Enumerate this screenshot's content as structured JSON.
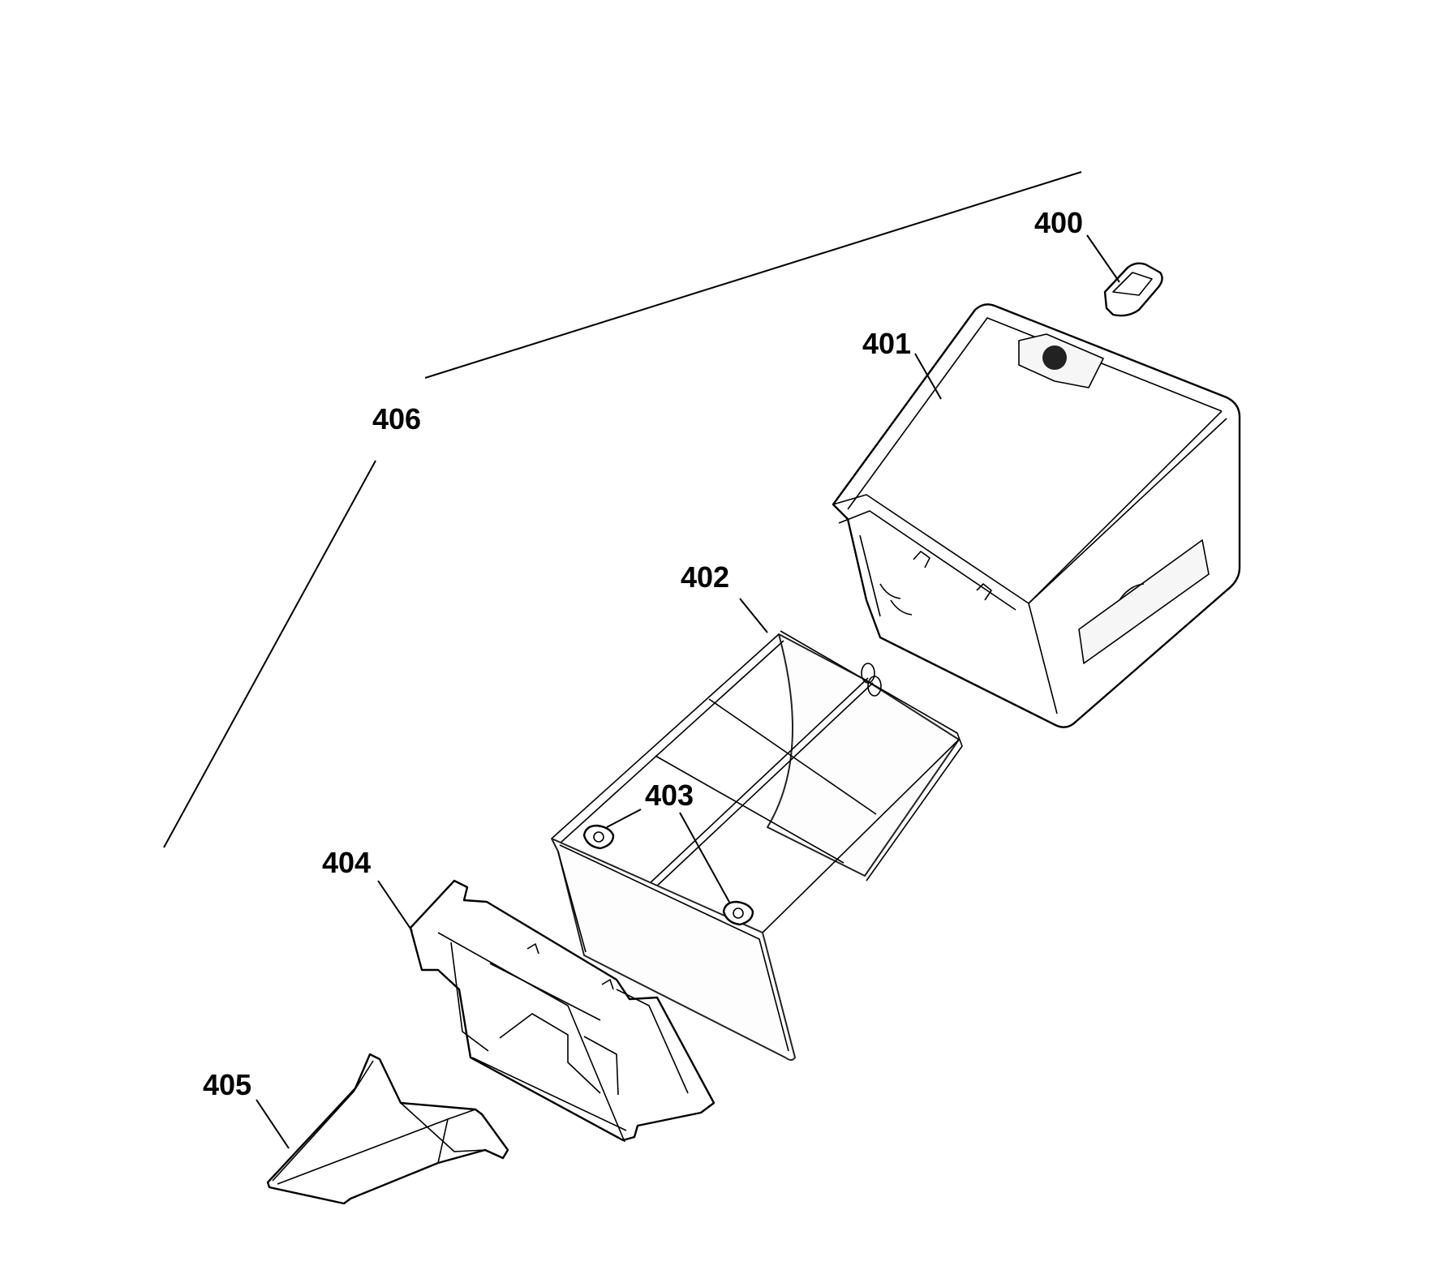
{
  "labels": {
    "p400": "400",
    "p401": "401",
    "p402": "402",
    "p403": "403",
    "p404": "404",
    "p405": "405",
    "p406": "406"
  }
}
